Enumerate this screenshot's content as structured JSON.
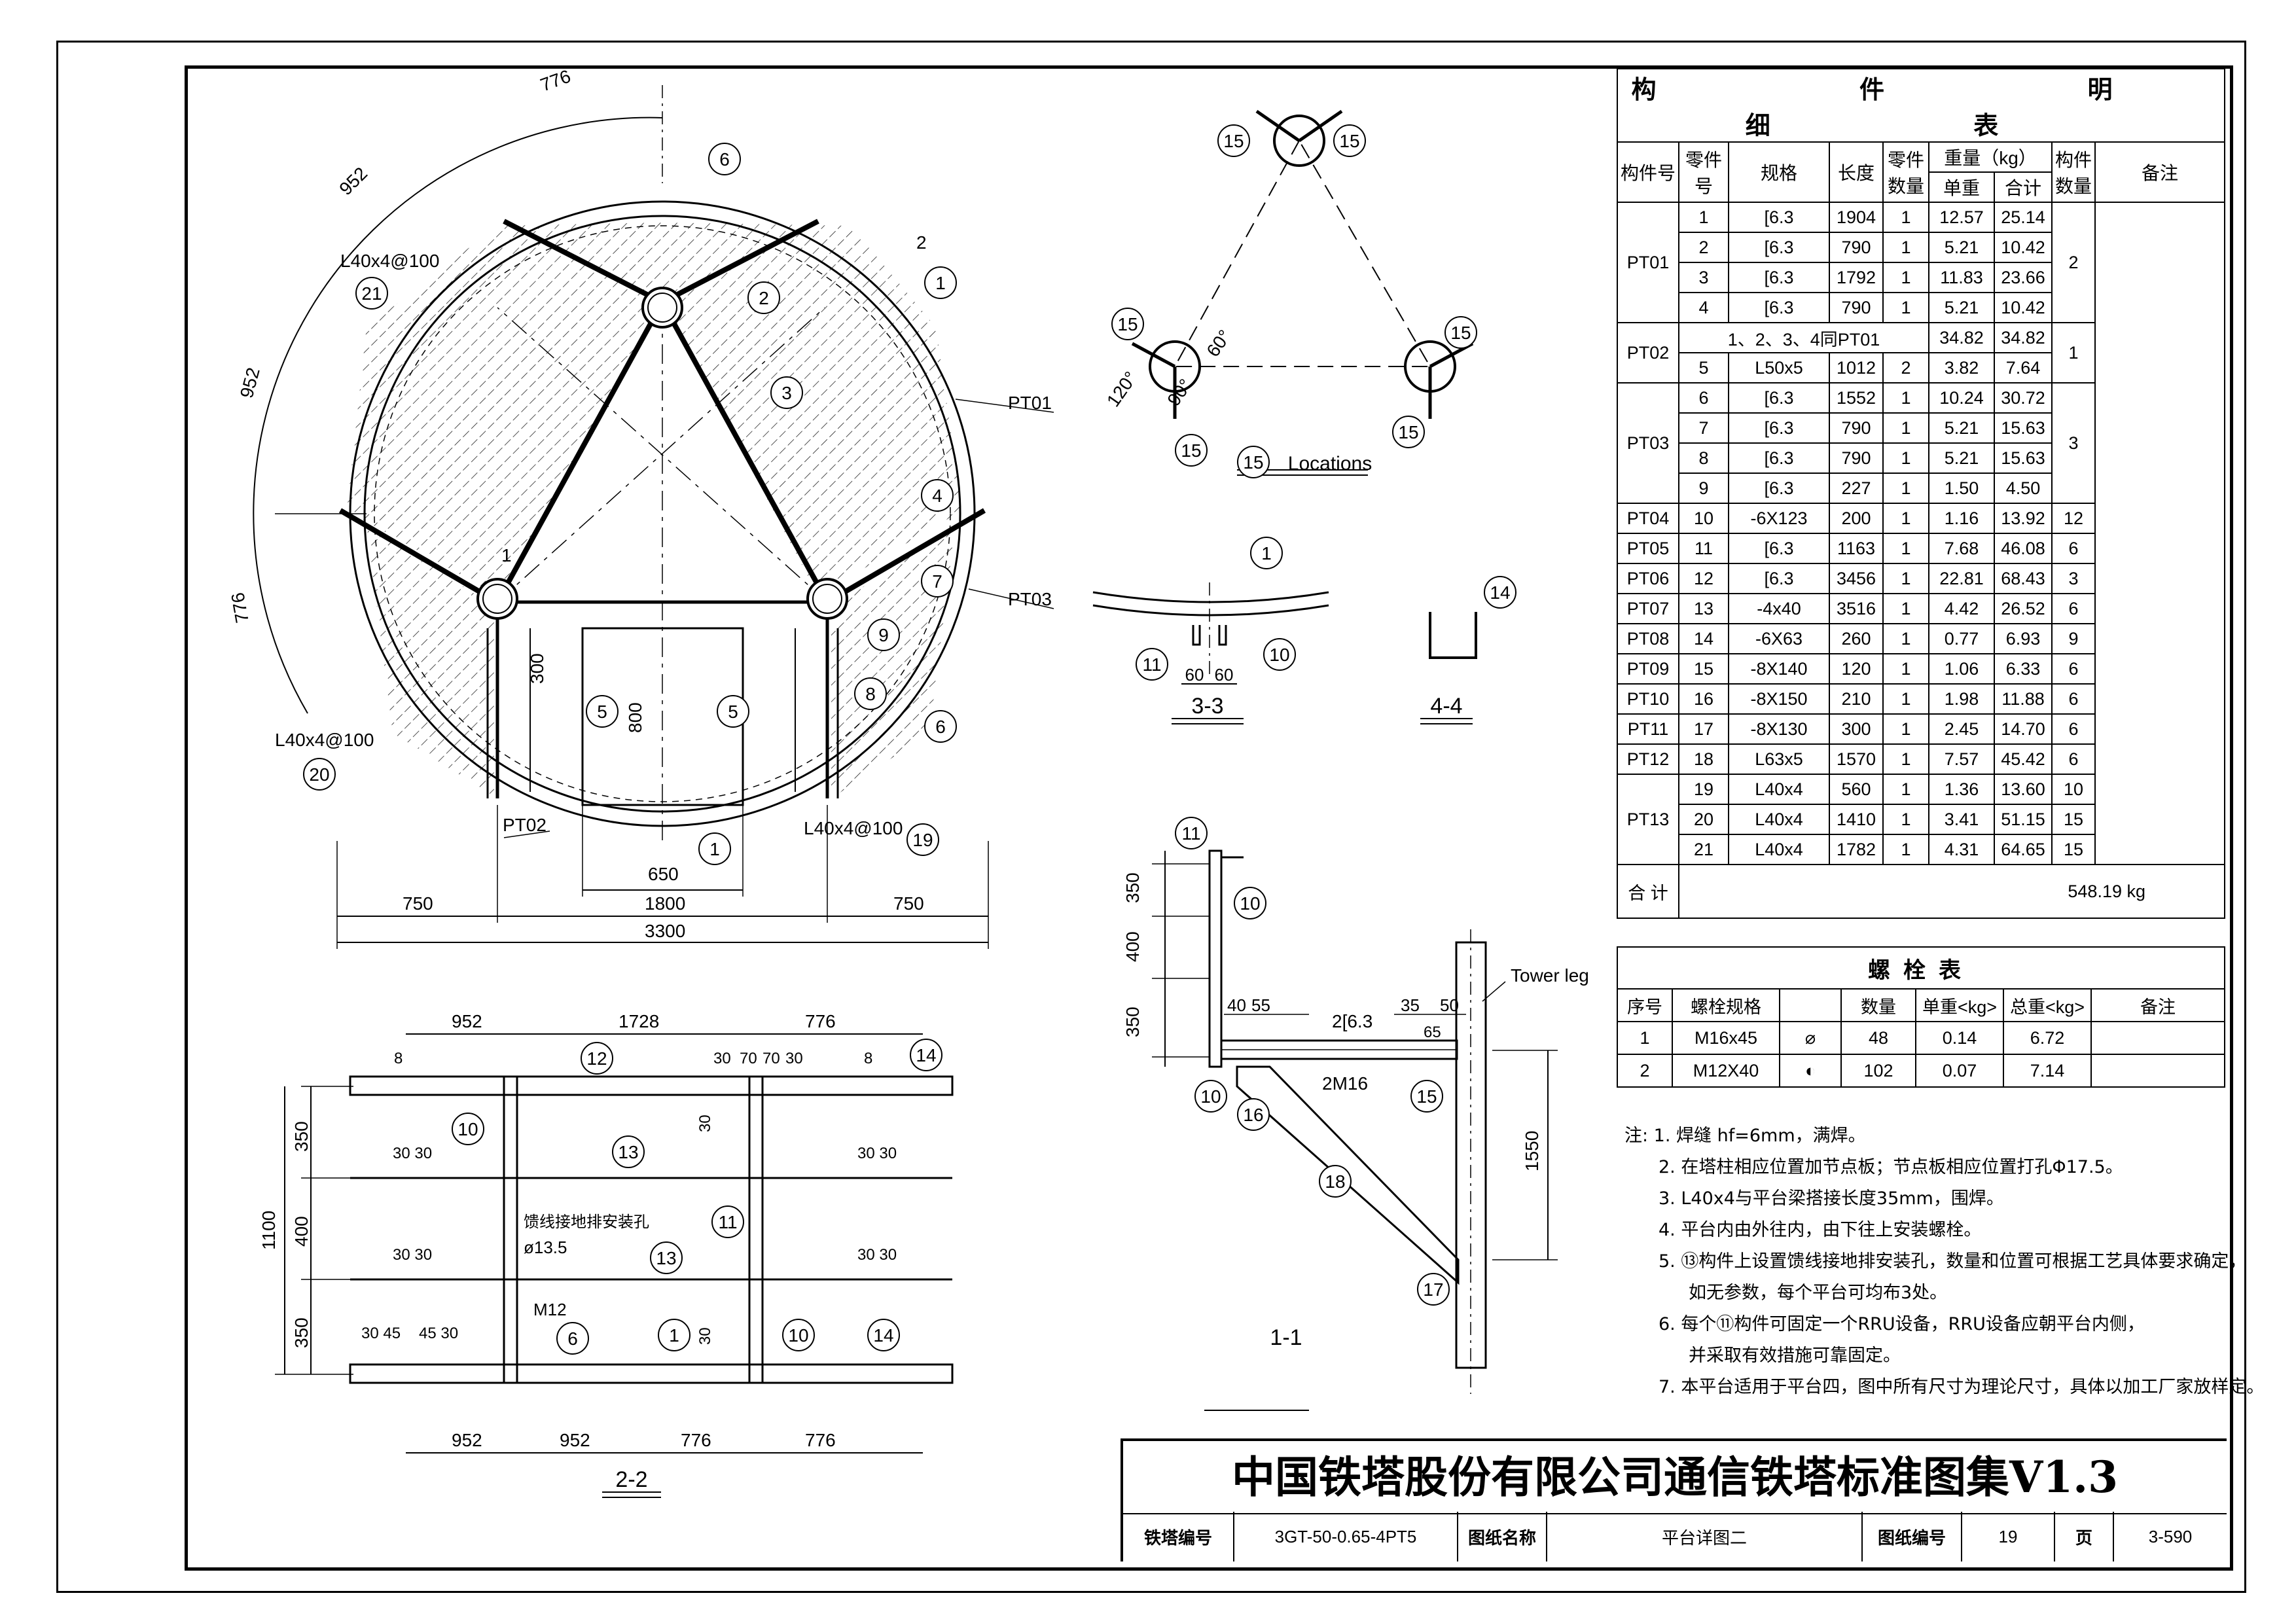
{
  "plan": {
    "labels": {
      "pt01": "PT01",
      "pt02": "PT02",
      "pt03": "PT03",
      "l40_21": "L40x4@100",
      "l40_20": "L40x4@100",
      "l40_19": "L40x4@100",
      "sec2": "2",
      "sec1": "1"
    },
    "arc_dims": [
      "776",
      "952",
      "952",
      "776"
    ],
    "inner_dims": [
      "300",
      "800",
      "650"
    ],
    "bottom_dims": [
      "750",
      "1800",
      "750",
      "3300"
    ],
    "callouts": [
      "6",
      "1",
      "2",
      "3",
      "21",
      "4",
      "7",
      "9",
      "8",
      "6",
      "5",
      "5",
      "20",
      "19",
      "1"
    ]
  },
  "sec33": {
    "title": "3-3",
    "dims": [
      "60",
      "60"
    ],
    "callouts": [
      "1",
      "11",
      "10"
    ]
  },
  "sec44": {
    "title": "4-4",
    "callout": "14"
  },
  "locations": {
    "label": "Locations",
    "callout": "15",
    "angles": [
      "60°",
      "120°",
      "90°"
    ],
    "callout_15": "15"
  },
  "sec11": {
    "title": "1-1",
    "dims": [
      "350",
      "400",
      "350",
      "40",
      "55",
      "35",
      "50",
      "65",
      "1550"
    ],
    "labels": {
      "member": "2[6.3",
      "bolt": "2M16",
      "leg": "Tower leg"
    },
    "callouts": [
      "11",
      "10",
      "10",
      "16",
      "18",
      "15",
      "17"
    ]
  },
  "sec22": {
    "title": "2-2",
    "top_dims": [
      "952",
      "1728",
      "776"
    ],
    "bottom_dims": [
      "952",
      "952",
      "776",
      "776"
    ],
    "left_dims": [
      "350",
      "400",
      "350",
      "1100"
    ],
    "small_dims": [
      "8",
      "30",
      "70",
      "70",
      "30",
      "8",
      "30 30",
      "30 30",
      "30 30",
      "30 30",
      "30",
      "30",
      "30 45",
      "45 30"
    ],
    "labels": {
      "hole": "馈线接地排安装孔",
      "hole_dia": "ø13.5",
      "bolt": "M12"
    },
    "callouts": [
      "12",
      "14",
      "10",
      "13",
      "11",
      "13",
      "6",
      "1",
      "10",
      "14"
    ]
  },
  "components": {
    "title": "构 件 明 细 表",
    "headers": {
      "comp_no": "构件号",
      "part_no": "零件号",
      "spec": "规格",
      "length": "长度",
      "part_qty": "零件数量",
      "weight": "重量（kg）",
      "unit": "单重",
      "sum": "合计",
      "comp_qty": "构件数量",
      "note": "备注"
    },
    "groups": [
      {
        "comp": "PT01",
        "qty": "2",
        "rows": [
          [
            "1",
            "[6.3",
            "1904",
            "1",
            "12.57",
            "25.14"
          ],
          [
            "2",
            "[6.3",
            "790",
            "1",
            "5.21",
            "10.42"
          ],
          [
            "3",
            "[6.3",
            "1792",
            "1",
            "11.83",
            "23.66"
          ],
          [
            "4",
            "[6.3",
            "790",
            "1",
            "5.21",
            "10.42"
          ]
        ]
      },
      {
        "comp": "PT02",
        "qty": "1",
        "rows": [
          [
            "1、2、3、4同PT01",
            "",
            "",
            "",
            "34.82",
            "34.82"
          ],
          [
            "5",
            "L50x5",
            "1012",
            "2",
            "3.82",
            "7.64"
          ]
        ]
      },
      {
        "comp": "PT03",
        "qty": "3",
        "rows": [
          [
            "6",
            "[6.3",
            "1552",
            "1",
            "10.24",
            "30.72"
          ],
          [
            "7",
            "[6.3",
            "790",
            "1",
            "5.21",
            "15.63"
          ],
          [
            "8",
            "[6.3",
            "790",
            "1",
            "5.21",
            "15.63"
          ],
          [
            "9",
            "[6.3",
            "227",
            "1",
            "1.50",
            "4.50"
          ]
        ]
      },
      {
        "comp": "PT04",
        "qty": "12",
        "rows": [
          [
            "10",
            "-6X123",
            "200",
            "1",
            "1.16",
            "13.92"
          ]
        ]
      },
      {
        "comp": "PT05",
        "qty": "6",
        "rows": [
          [
            "11",
            "[6.3",
            "1163",
            "1",
            "7.68",
            "46.08"
          ]
        ]
      },
      {
        "comp": "PT06",
        "qty": "3",
        "rows": [
          [
            "12",
            "[6.3",
            "3456",
            "1",
            "22.81",
            "68.43"
          ]
        ]
      },
      {
        "comp": "PT07",
        "qty": "6",
        "rows": [
          [
            "13",
            "-4x40",
            "3516",
            "1",
            "4.42",
            "26.52"
          ]
        ]
      },
      {
        "comp": "PT08",
        "qty": "9",
        "rows": [
          [
            "14",
            "-6X63",
            "260",
            "1",
            "0.77",
            "6.93"
          ]
        ]
      },
      {
        "comp": "PT09",
        "qty": "6",
        "rows": [
          [
            "15",
            "-8X140",
            "120",
            "1",
            "1.06",
            "6.33"
          ]
        ]
      },
      {
        "comp": "PT10",
        "qty": "6",
        "rows": [
          [
            "16",
            "-8X150",
            "210",
            "1",
            "1.98",
            "11.88"
          ]
        ]
      },
      {
        "comp": "PT11",
        "qty": "6",
        "rows": [
          [
            "17",
            "-8X130",
            "300",
            "1",
            "2.45",
            "14.70"
          ]
        ]
      },
      {
        "comp": "PT12",
        "qty": "6",
        "rows": [
          [
            "18",
            "L63x5",
            "1570",
            "1",
            "7.57",
            "45.42"
          ]
        ]
      },
      {
        "comp": "PT13",
        "qty": "",
        "rows": [
          [
            "19",
            "L40x4",
            "560",
            "1",
            "1.36",
            "13.60",
            "10"
          ],
          [
            "20",
            "L40x4",
            "1410",
            "1",
            "3.41",
            "51.15",
            "15"
          ],
          [
            "21",
            "L40x4",
            "1782",
            "1",
            "4.31",
            "64.65",
            "15"
          ]
        ]
      }
    ],
    "total_label": "合 计",
    "total_value": "548.19 kg"
  },
  "bolts": {
    "title": "螺栓表",
    "headers": [
      "序号",
      "螺栓规格",
      "",
      "数量",
      "单重<kg>",
      "总重<kg>",
      "备注"
    ],
    "rows": [
      [
        "1",
        "M16x45",
        "⌀",
        "48",
        "0.14",
        "6.72",
        ""
      ],
      [
        "2",
        "M12X40",
        "◐",
        "102",
        "0.07",
        "7.14",
        ""
      ]
    ]
  },
  "notes": [
    "注: 1. 焊缝 hf=6mm，满焊。",
    "2. 在塔柱相应位置加节点板；节点板相应位置打孔Φ17.5。",
    "3. L40x4与平台梁搭接长度35mm，围焊。",
    "4. 平台内由外往内，由下往上安装螺栓。",
    "5. ⑬构件上设置馈线接地排安装孔，数量和位置可根据工艺具体要求确定，",
    "如无参数，每个平台可均布3处。",
    "6. 每个⑪构件可固定一个RRU设备，RRU设备应朝平台内侧，",
    "并采取有效措施可靠固定。",
    "7. 本平台适用于平台四，图中所有尺寸为理论尺寸，具体以加工厂家放样定。"
  ],
  "titleblock": {
    "main": "中国铁塔股份有限公司通信铁塔标准图集V1.3",
    "tower_no_label": "铁塔编号",
    "tower_no": "3GT-50-0.65-4PT5",
    "drawing_name_label": "图纸名称",
    "drawing_name": "平台详图二",
    "drawing_no_label": "图纸编号",
    "drawing_no": "19",
    "page_label": "页",
    "page": "3-590"
  }
}
